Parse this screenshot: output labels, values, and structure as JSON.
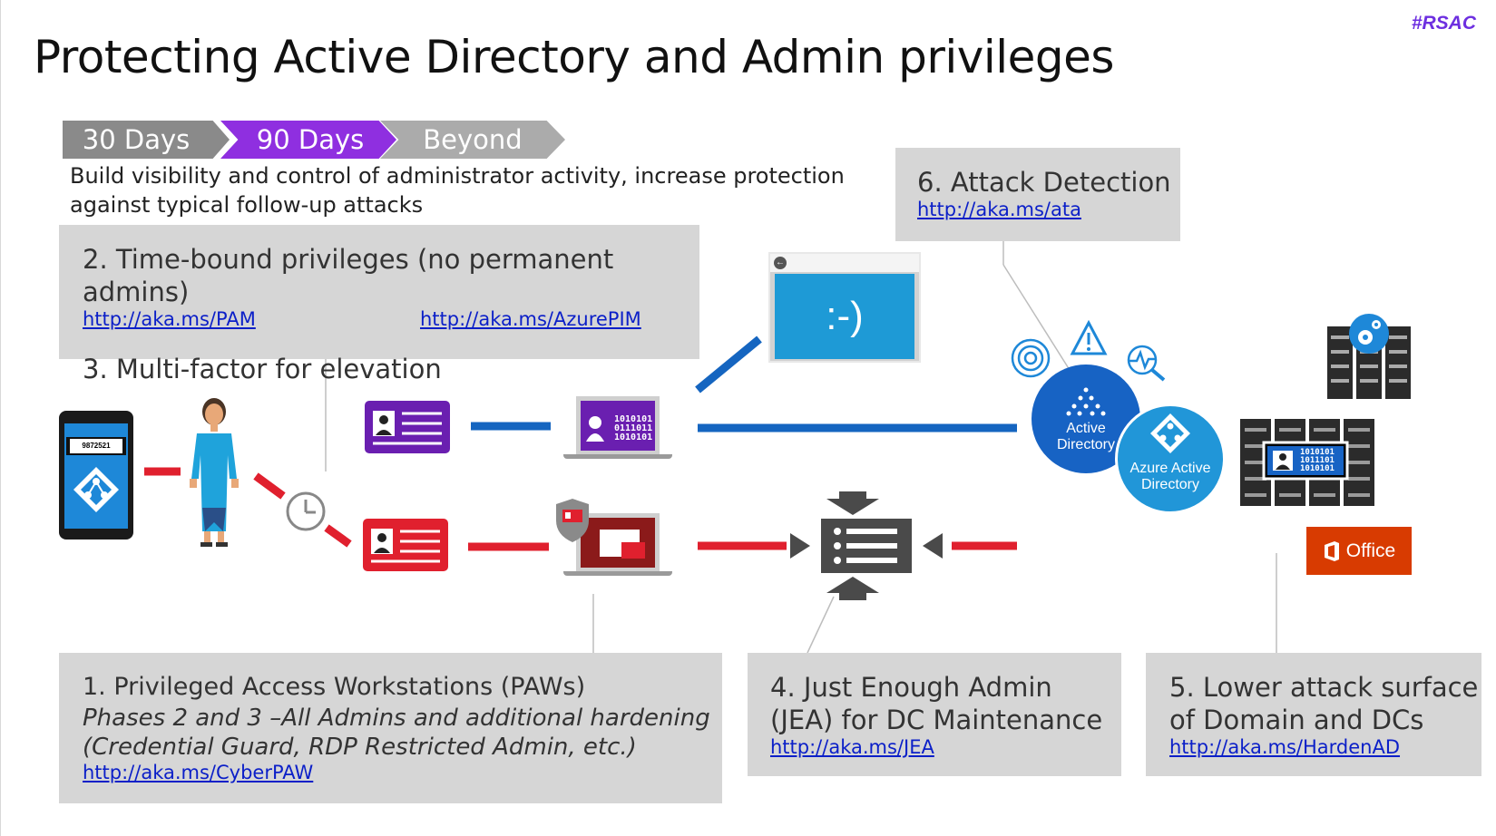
{
  "slide": {
    "title": "Protecting Active Directory and Admin privileges",
    "hashtag": "#RSAC",
    "phases": [
      "30 Days",
      "90 Days",
      "Beyond"
    ],
    "subtitle": "Build visibility and control of administrator activity, increase protection against typical follow-up attacks"
  },
  "boxes": {
    "time_bound": {
      "heading": "2. Time-bound privileges (no permanent admins)",
      "link1": "http://aka.ms/PAM",
      "link2": "http://aka.ms/AzurePIM",
      "heading2": "3. Multi-factor for elevation"
    },
    "attack_detection": {
      "heading": "6. Attack Detection",
      "link": "http://aka.ms/ata"
    },
    "paw": {
      "heading": "1. Privileged Access Workstations (PAWs)",
      "line1": "Phases 2 and 3 –All Admins and additional hardening",
      "line2": "(Credential Guard, RDP Restricted Admin, etc.)",
      "link": "http://aka.ms/CyberPAW"
    },
    "jea": {
      "heading1": "4. Just Enough Admin",
      "heading2": "(JEA) for DC Maintenance",
      "link": "http://aka.ms/JEA"
    },
    "lower_attack": {
      "heading1": "5. Lower attack surface",
      "heading2": "of Domain and DCs",
      "link": "http://aka.ms/HardenAD"
    }
  },
  "diagram": {
    "phone_code": "9872521",
    "screen_face": ":-)",
    "binary_1": [
      "1010101",
      "0111011",
      "1010101"
    ],
    "binary_2": [
      "1010101",
      "1011101",
      "1010101"
    ],
    "active_directory_label": [
      "Active",
      "Directory"
    ],
    "azure_ad_label": [
      "Azure Active",
      "Directory"
    ],
    "office_label": "Office",
    "colors": {
      "blue_line": "#1565c0",
      "red_line": "#e0202e",
      "purple_card": "#6a1fb0",
      "red_card": "#e0202e",
      "ad_blue": "#1763c4",
      "azure_blue": "#2196d8",
      "office_red": "#d83b01"
    }
  }
}
